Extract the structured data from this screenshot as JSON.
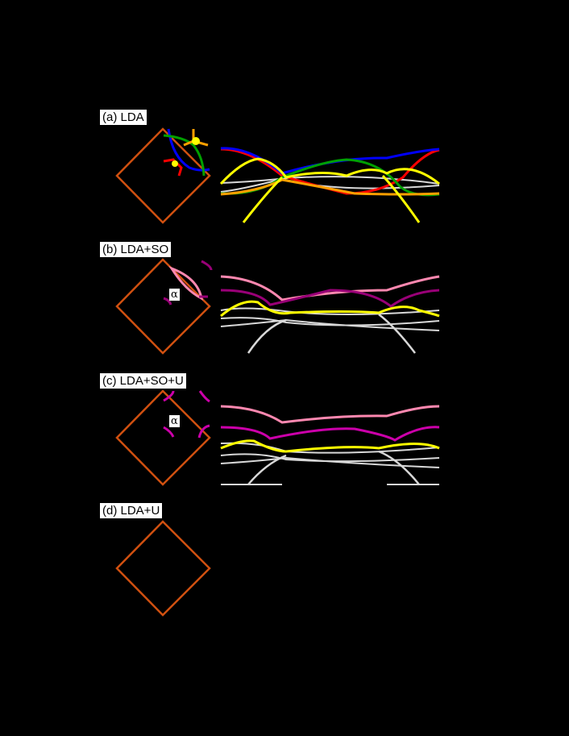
{
  "figure": {
    "panels": [
      {
        "id": "a",
        "label": "(a) LDA"
      },
      {
        "id": "b",
        "label": "(b) LDA+SO",
        "annotation": "α"
      },
      {
        "id": "c",
        "label": "(c) LDA+SO+U",
        "annotation": "α"
      },
      {
        "id": "d",
        "label": "(d) LDA+U"
      }
    ]
  },
  "chart_data": [
    {
      "type": "line",
      "title": "(a) LDA",
      "description": "Fermi surface (diamond BZ) and band structure",
      "series": [
        {
          "name": "band-blue",
          "color": "#0000ff"
        },
        {
          "name": "band-red",
          "color": "#ff0000"
        },
        {
          "name": "band-green",
          "color": "#00a000"
        },
        {
          "name": "band-orange",
          "color": "#ffa000"
        },
        {
          "name": "band-yellow",
          "color": "#ffff00"
        },
        {
          "name": "band-gray",
          "color": "#d8d8d8"
        }
      ]
    },
    {
      "type": "line",
      "title": "(b) LDA+SO",
      "series": [
        {
          "name": "band-pink",
          "color": "#ff88b0"
        },
        {
          "name": "band-purple",
          "color": "#990077"
        },
        {
          "name": "band-yellow",
          "color": "#ffff00"
        },
        {
          "name": "band-gray",
          "color": "#d8d8d8"
        }
      ]
    },
    {
      "type": "line",
      "title": "(c) LDA+SO+U",
      "series": [
        {
          "name": "band-pink",
          "color": "#ff88b0"
        },
        {
          "name": "band-magenta",
          "color": "#cc00aa"
        },
        {
          "name": "band-yellow",
          "color": "#ffff00"
        },
        {
          "name": "band-gray",
          "color": "#d8d8d8"
        }
      ]
    },
    {
      "type": "line",
      "title": "(d) LDA+U",
      "series": []
    }
  ],
  "colors": {
    "bz": "#d05010",
    "background": "#000000"
  }
}
